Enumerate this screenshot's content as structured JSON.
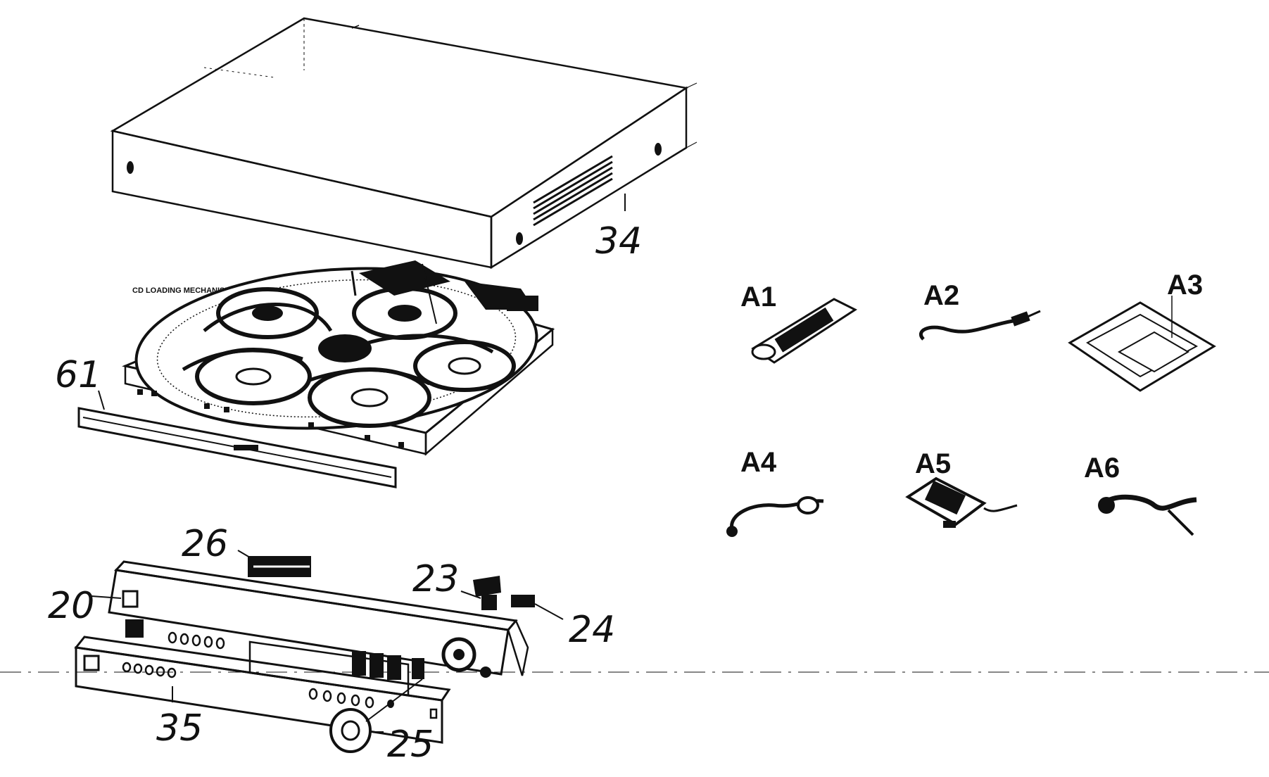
{
  "callouts": {
    "c34": "34",
    "c61": "61",
    "c26": "26",
    "c20": "20",
    "c23": "23",
    "c24": "24",
    "c35": "35",
    "c25": "25"
  },
  "mechanism_label": "CD LOADING MECHANISM",
  "accessories": {
    "a1": "A1",
    "a2": "A2",
    "a3": "A3",
    "a4": "A4",
    "a5": "A5",
    "a6": "A6"
  },
  "colors": {
    "ink": "#111111",
    "background": "#ffffff"
  }
}
